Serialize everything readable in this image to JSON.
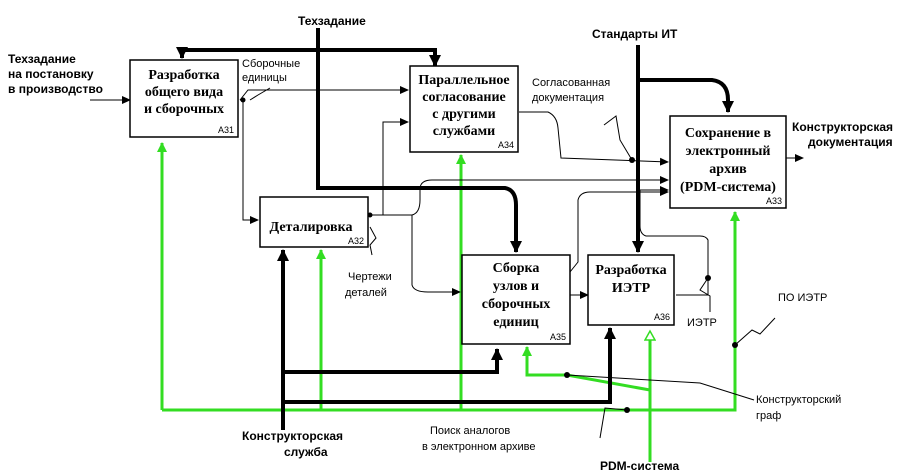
{
  "blocks": {
    "a31": {
      "lines": [
        "Разработка",
        "общего вида",
        "и сборочных"
      ],
      "code": "А31"
    },
    "a32": {
      "lines": [
        "Деталировка"
      ],
      "code": "А32"
    },
    "a33": {
      "lines": [
        "Сохранение в",
        "электронный",
        "архив",
        "(PDM-система)"
      ],
      "code": "А33"
    },
    "a34": {
      "lines": [
        "Параллельное",
        "согласование",
        "с другими",
        "службами"
      ],
      "code": "А34"
    },
    "a35": {
      "lines": [
        "Сборка",
        "узлов и",
        "сборочных",
        "единиц"
      ],
      "code": "А35"
    },
    "a36": {
      "lines": [
        "Разработка",
        "ИЭТР"
      ],
      "code": "А36"
    }
  },
  "labels": {
    "input_techtask_production": [
      "Техзадание",
      "на постановку",
      "в производство"
    ],
    "control_techtask": "Техзадание",
    "control_it_standards": "Стандарты ИТ",
    "assembly_units": [
      "Сборочные",
      "единицы"
    ],
    "agreed_docs": [
      "Согласованная",
      "документация"
    ],
    "output_design_docs": [
      "Конструкторская",
      "документация"
    ],
    "part_drawings": [
      "Чертежи",
      "деталей"
    ],
    "ietr": "ИЭТР",
    "po_ietr": "ПО ИЭТР",
    "design_graph": [
      "Конструкторский",
      "граф"
    ],
    "analog_search": [
      "Поиск аналогов",
      "в электронном архиве"
    ],
    "mechanism_design_service": [
      "Конструкторская",
      "служба"
    ],
    "mechanism_pdm": "PDM-система"
  },
  "colors": {
    "green": "#33dd22",
    "black": "#000000"
  }
}
